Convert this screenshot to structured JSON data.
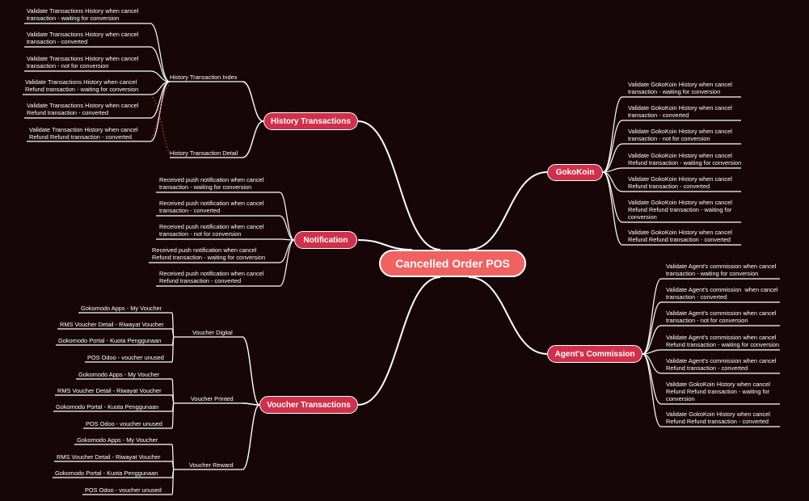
{
  "center": "Cancelled Order POS",
  "branches": {
    "history": {
      "title": "History Transactions",
      "index_label": "History Transaction Index",
      "detail_label": "History Transaction Detail",
      "items": [
        "Validate Transactions History when cancel\ntransaction - waiting for conversion",
        "Validate Transactions History when cancel\ntransaction - converted",
        "Validate Transactions History when cancel\ntransaction - not for conversion",
        "Validate Transactions History when cancel\nRefund transaction - waiting for conversion",
        "Validate Transactions History when cancel\nRefund transaction - converted",
        "Validate Transaction History when cancel\nRefund Refund transaction - converted"
      ]
    },
    "notification": {
      "title": "Notification",
      "items": [
        "Received push notification when cancel\ntransaction - waiting for conversion",
        "Received push notification when cancel\ntransaction - converted",
        "Received push notification when cancel\ntransaction - not for conversion",
        "Received push notification when cancel\nRefund transaction - waiting for conversion",
        "Received push notification when cancel\nRefund transaction - converted"
      ]
    },
    "voucher": {
      "title": "Voucher Transactions",
      "groups": [
        {
          "label": "Voucher Digital",
          "items": [
            "Gokomodo Apps - My Voucher",
            "RMS Voucher Detail - Riwayat Voucher",
            "Gokomodo Portal - Kuota Penggunaan",
            "POS Odoo - voucher unused"
          ]
        },
        {
          "label": "Voucher Printed",
          "items": [
            "Gokomodo Apps - My Voucher",
            "RMS Voucher Detail - Riwayat Voucher",
            "Gokomodo Portal - Kuota Penggunaan",
            "POS Odoo - voucher unused"
          ]
        },
        {
          "label": "Voucher Reward",
          "items": [
            "Gokomodo Apps - My Voucher",
            "RMS Voucher Detail - Riwayat Voucher",
            "Gokomodo Portal - Kuota Penggunaan",
            "POS Odoo - voucher unused"
          ]
        }
      ]
    },
    "gokokoin": {
      "title": "GokoKoin",
      "items": [
        "Validate GokoKoin History when cancel\ntransaction - waiting for conversion",
        "Validate GokoKoin History when cancel\ntransaction - converted",
        "Validate GokoKoin History when cancel\ntransaction - not for conversion",
        "Validate GokoKoin History when cancel\nRefund transaction - waiting for conversion",
        "Validate GokoKoin History when cancel\nRefund transaction - converted",
        "Validate GokoKoin History when cancel\nRefund Refund transaction - waiting for\nconversion",
        "Validate GokoKoin History when cancel\nRefund Refund transaction - converted"
      ]
    },
    "agent": {
      "title": "Agent's Commission",
      "items": [
        "Validate Agent's commission when cancel\ntransaction - waiting for conversion",
        "Validate Agent's commission  when cancel\ntransaction - converted",
        "Validate Agent's commission when cancel\ntransaction - not for conversion",
        "Validate Agent's commission when cancel\nRefund transaction - waiting for conversion",
        "Validate Agent's commission when cancel\nRefund transaction - converted",
        "Validate GokoKoin History when cancel\nRefund Refund transaction - waiting for\nconversion",
        "Validate GokoKoin History when cancel\nRefund Refund transaction - converted"
      ]
    }
  },
  "colors": {
    "background": "#160608",
    "branch": "#d0304a",
    "center": "#f06262",
    "line": "#ffffff",
    "dashed": "#d0304a"
  }
}
